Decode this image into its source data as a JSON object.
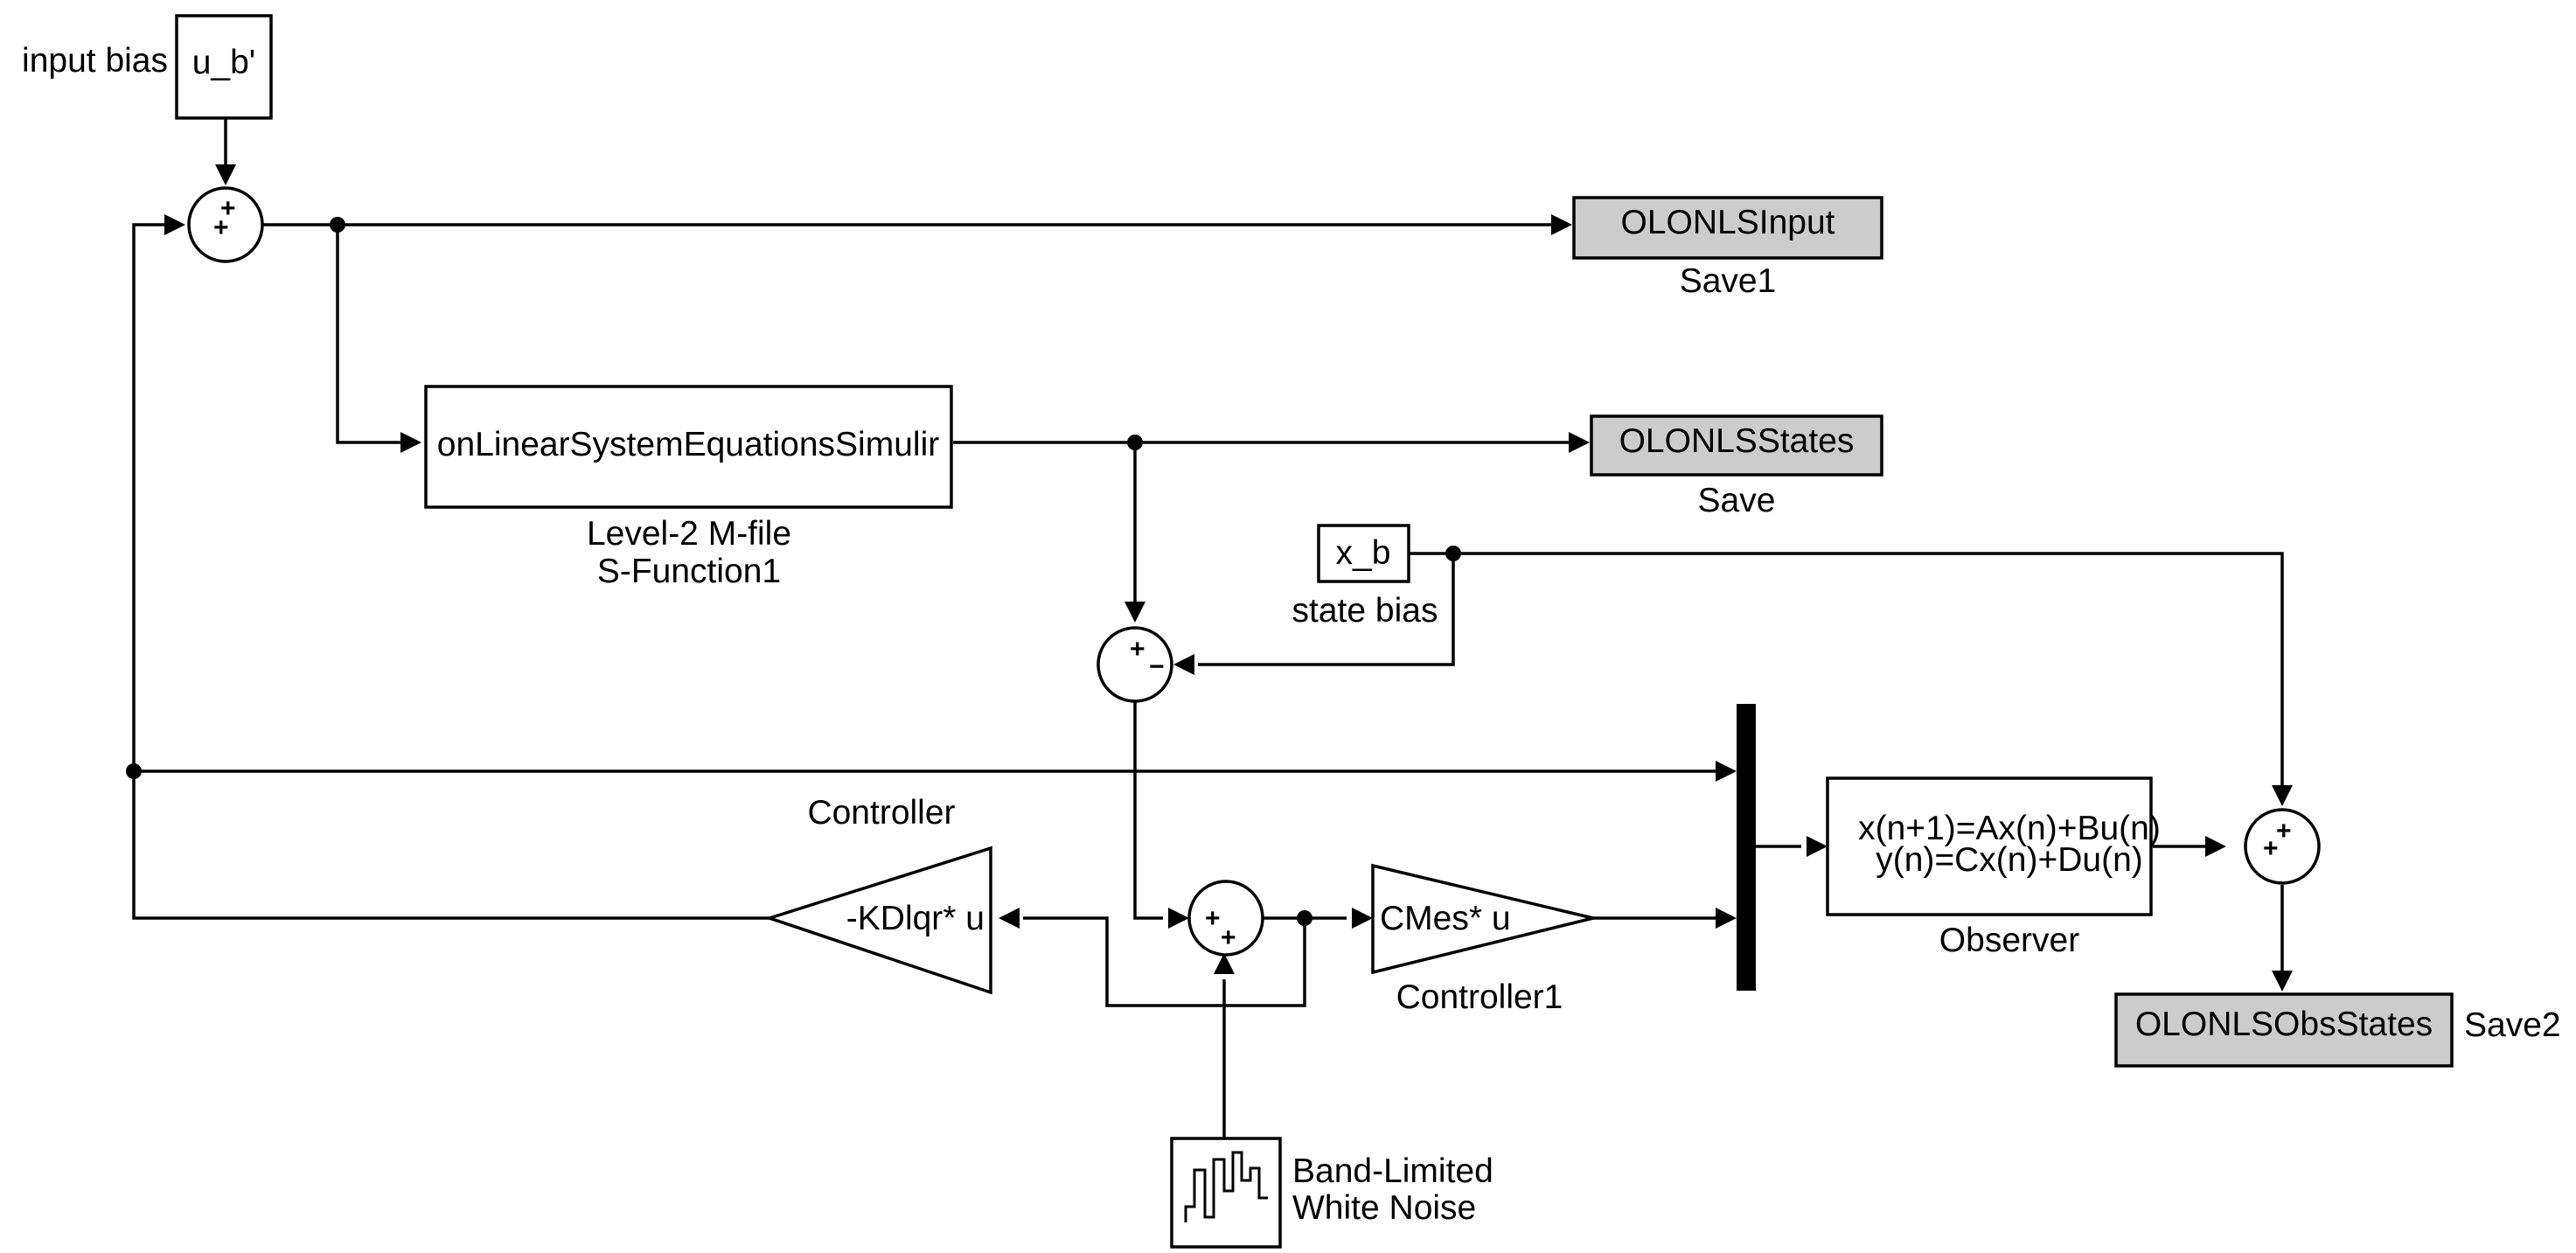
{
  "blocks": {
    "input_bias": {
      "value": "u_b'",
      "label": "input bias"
    },
    "save1": {
      "value": "OLONLSInput",
      "label": "Save1"
    },
    "sfunction": {
      "value": "onLinearSystemEquationsSimulir",
      "label_line1": "Level-2 M-file",
      "label_line2": "S-Function1"
    },
    "save": {
      "value": "OLONLSStates",
      "label": "Save"
    },
    "state_bias": {
      "value": "x_b",
      "label": "state bias"
    },
    "controller": {
      "value": "-KDlqr* u",
      "label": "Controller"
    },
    "controller1": {
      "value": "CMes* u",
      "label": "Controller1"
    },
    "observer": {
      "line1": "x(n+1)=Ax(n)+Bu(n)",
      "line2": "y(n)=Cx(n)+Du(n)",
      "label": "Observer"
    },
    "save2": {
      "value": "OLONLSObsStates",
      "label": "Save2"
    },
    "noise": {
      "label_line1": "Band-Limited",
      "label_line2": "White Noise"
    }
  },
  "sum_signs": {
    "sum_input": [
      "+",
      "+"
    ],
    "sum_state": [
      "+",
      "−"
    ],
    "sum_noise": [
      "+",
      "+"
    ],
    "sum_observer": [
      "+",
      "+"
    ]
  }
}
